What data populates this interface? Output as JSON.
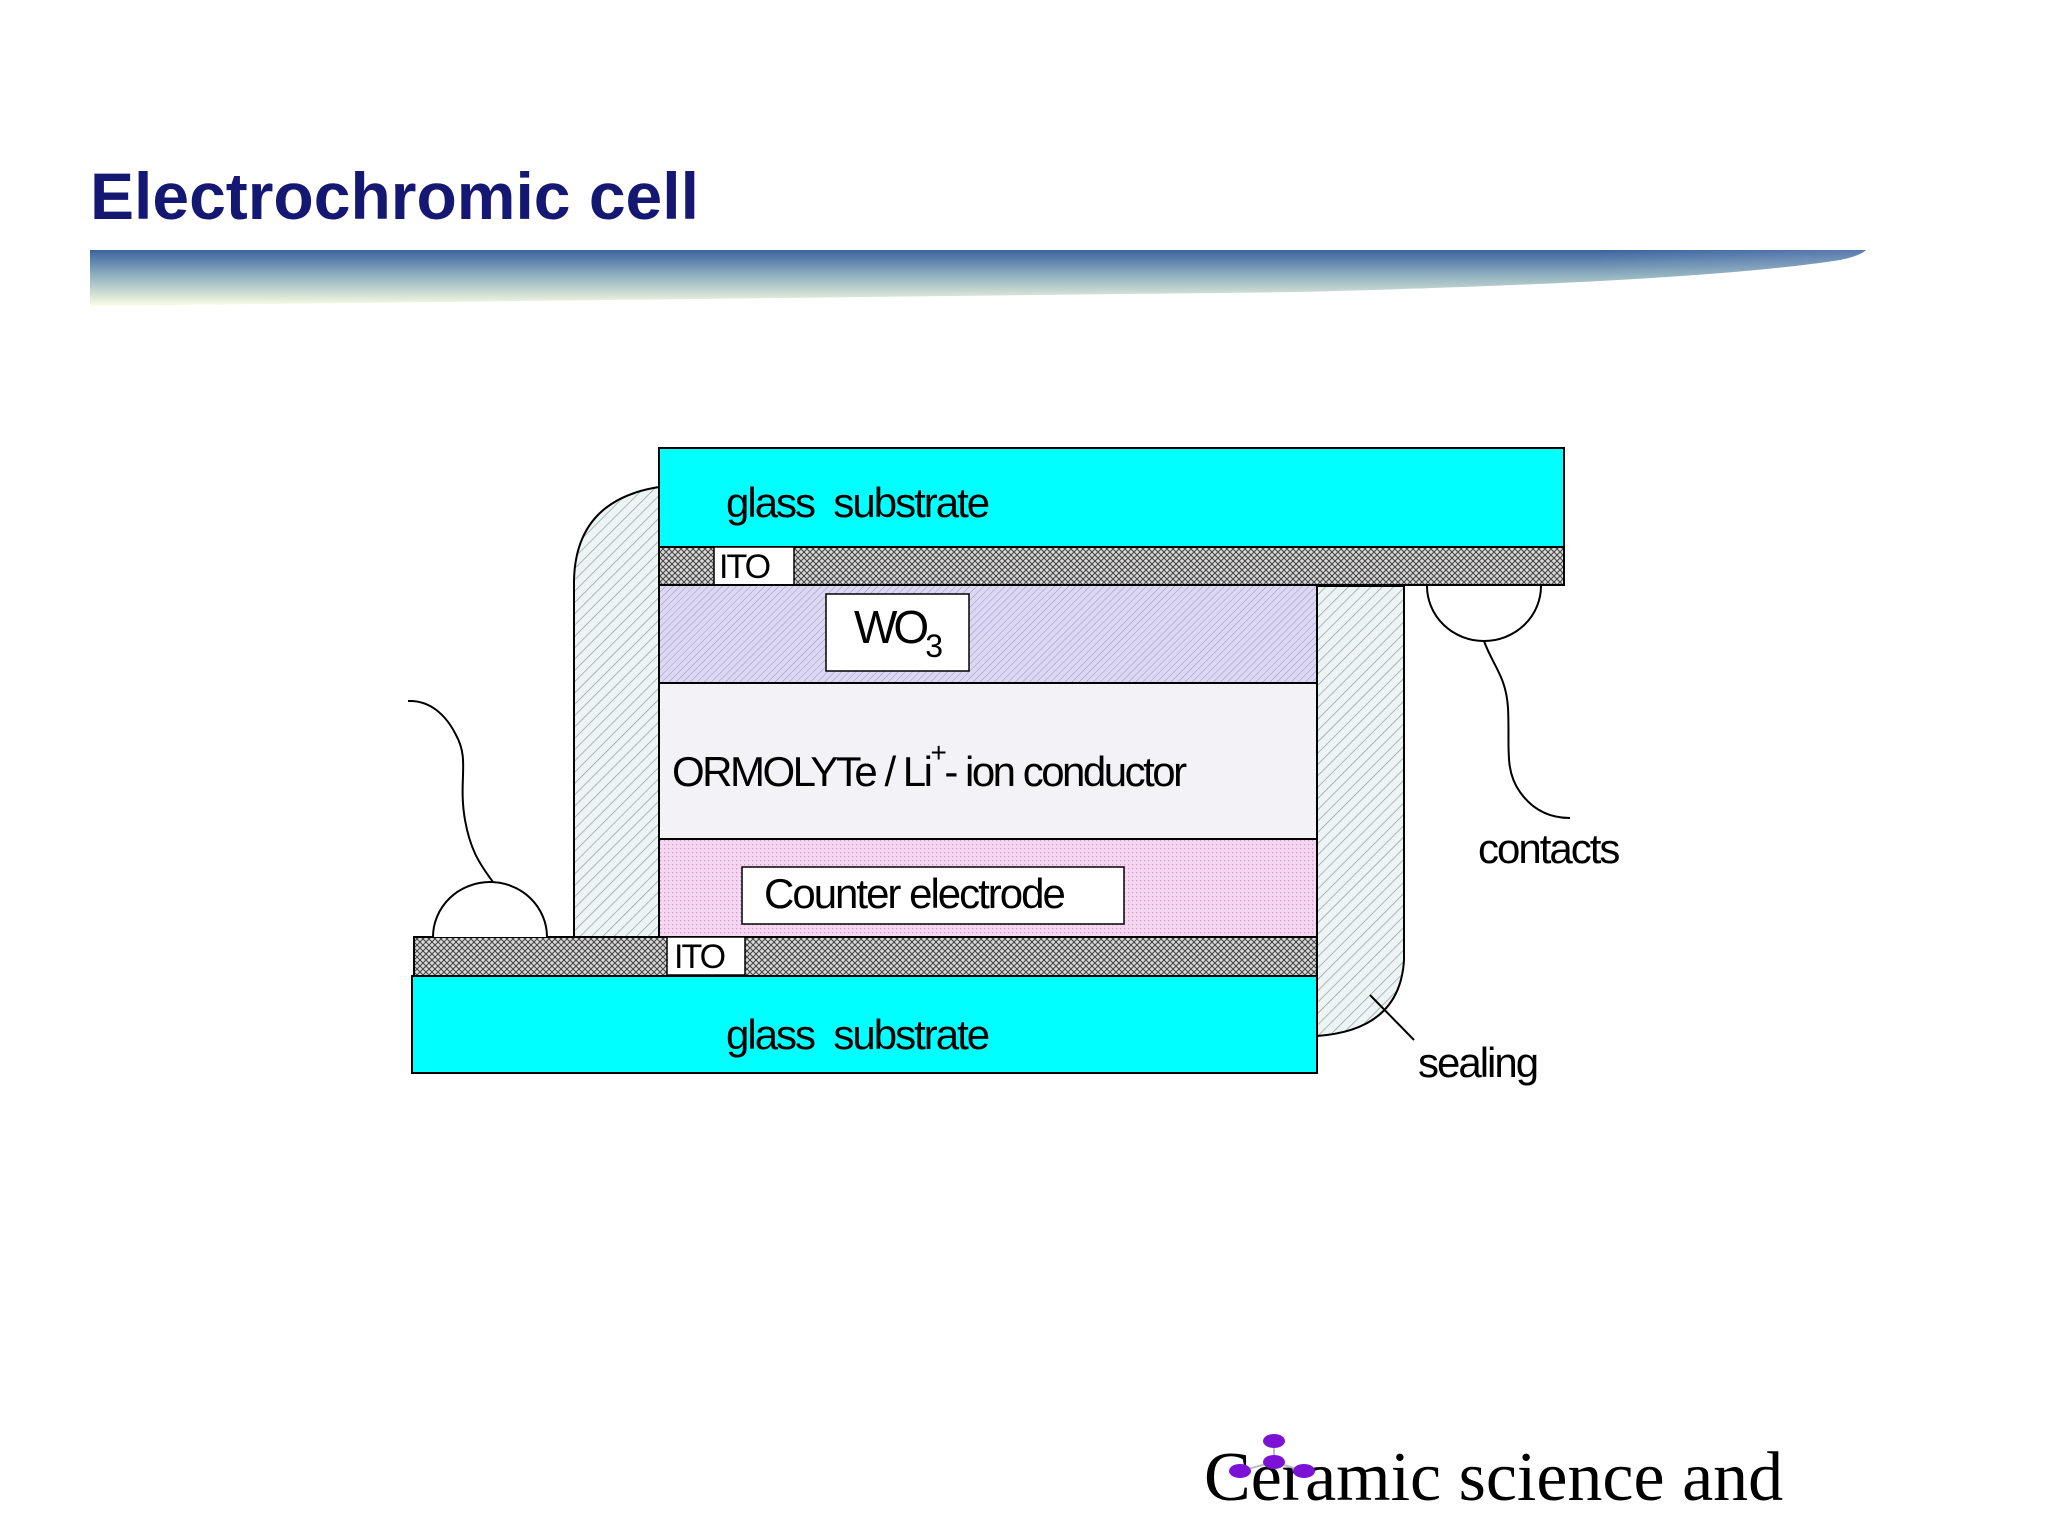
{
  "slide": {
    "title": "Electrochromic cell",
    "footer_text": "Ceramic science and"
  },
  "diagram": {
    "layers": {
      "top_glass": "glass  substrate",
      "top_ito": "ITO",
      "wo3_main": "WO",
      "wo3_sub": "3",
      "electrolyte_pre": "ORMOLYTe / Li",
      "electrolyte_sup": "+",
      "electrolyte_post": "- ion conductor",
      "counter_electrode": "Counter electrode",
      "bottom_ito": "ITO",
      "bottom_glass": "glass  substrate"
    },
    "callouts": {
      "contacts": "contacts",
      "sealing": "sealing"
    }
  },
  "colors": {
    "title": "#141873",
    "glass": "#00FFFF",
    "wo3_fill": "#D6D2EE",
    "electrolyte_fill": "#F3F3F7",
    "counter_fill": "#F6D3F1",
    "sealing_fill": "#E8F0F0",
    "logo_purple": "#7B12D6"
  }
}
